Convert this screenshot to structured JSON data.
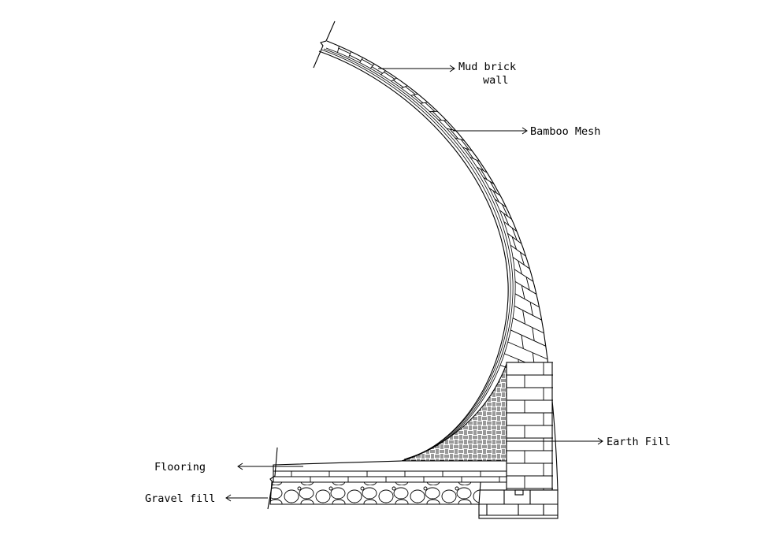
{
  "labels": {
    "mud_brick_line1": "Mud brick",
    "mud_brick_line2": "wall",
    "bamboo_mesh": "Bamboo Mesh",
    "earth_fill": "Earth Fill",
    "flooring": "Flooring",
    "gravel_fill": "Gravel fill"
  },
  "colors": {
    "line": "#000000",
    "background": "#ffffff"
  }
}
